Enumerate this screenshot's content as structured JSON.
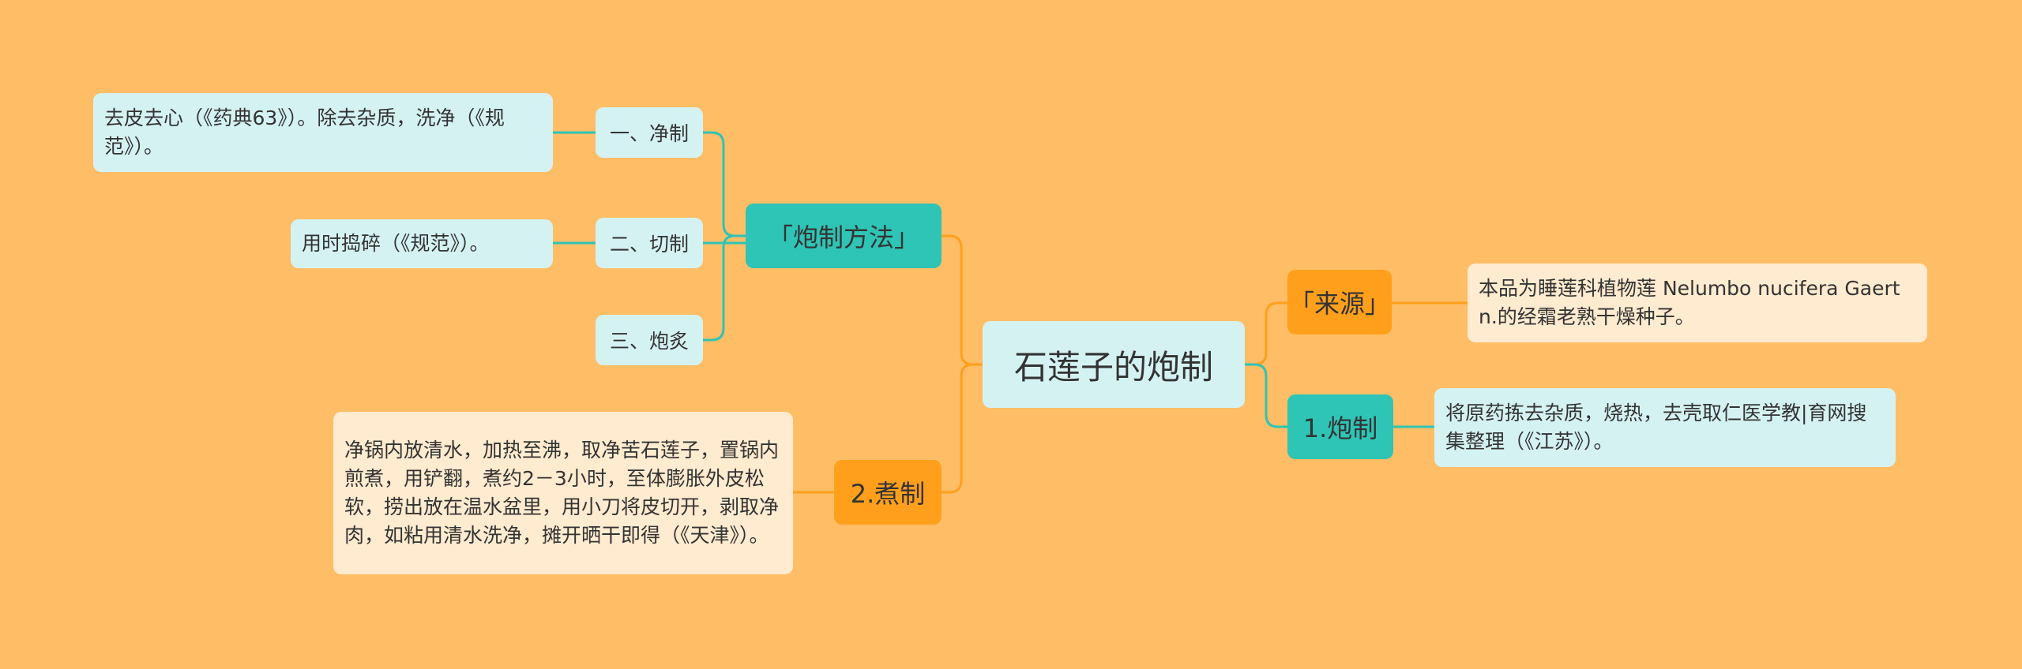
{
  "root": {
    "label": "石莲子的炮制"
  },
  "branches": {
    "methods": {
      "label": "「炮制方法」",
      "items": [
        {
          "label": "一、净制",
          "detail": "去皮去心（《药典63》）。除去杂质，洗净（《规范》）。"
        },
        {
          "label": "二、切制",
          "detail": "用时捣碎（《规范》）。"
        },
        {
          "label": "三、炮炙"
        }
      ]
    },
    "boil": {
      "label": "2.煮制",
      "detail": "净锅内放清水，加热至沸，取净苦石莲子，置锅内煎煮，用铲翻，煮约2－3小时，至体膨胀外皮松软，捞出放在温水盆里，用小刀将皮切开，剥取净肉，如粘用清水洗净，摊开晒干即得（《天津》）。"
    },
    "source": {
      "label": "「来源」",
      "detail": "本品为睡莲科植物莲 Nelumbo nucifera Gaertn.的经霜老熟干燥种子。"
    },
    "process": {
      "label": "1.炮制",
      "detail": "将原药拣去杂质，烧热，去壳取仁医学教|育网搜集整理（《江苏》）。"
    }
  },
  "colors": {
    "background": "#FFBD66",
    "teal": "#2EC4B6",
    "orange": "#FF9F1C",
    "mint": "#D5F2F2",
    "cream": "#FFEBCF"
  }
}
